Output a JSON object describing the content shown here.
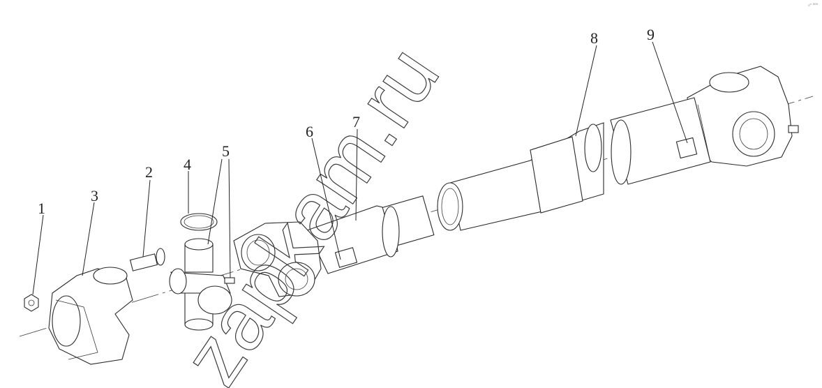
{
  "labels": [
    "1",
    "2",
    "3",
    "4",
    "5",
    "6",
    "7",
    "8",
    "9"
  ],
  "watermark": "zapkam.ru",
  "corner_mark": "₀ⁿ ⁰⁰⁰"
}
